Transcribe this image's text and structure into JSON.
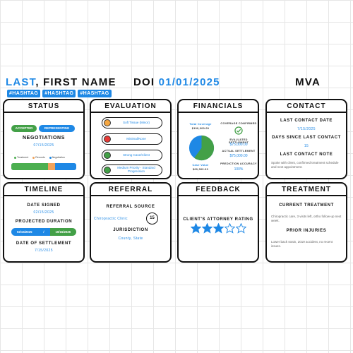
{
  "header": {
    "last": "LAST",
    "first": ", FIRST NAME",
    "doi_label": "DOI",
    "doi_date": "01/01/2025",
    "case_type": "MVA"
  },
  "tags": [
    "#HASHTAG",
    "#HASHTAG",
    "#HASHTAG"
  ],
  "status": {
    "title": "STATUS",
    "accepted": "ACCEPTED",
    "representing": "REPRESENTING",
    "stage": "NEGOTIATIONS",
    "date": "07/15/2025",
    "legend": [
      {
        "label": "Treatment",
        "color": "#4caf50"
      },
      {
        "label": "Records",
        "color": "#f0a35c"
      },
      {
        "label": "Negotiation",
        "color": "#1e88e5"
      }
    ],
    "progress": {
      "treatment": 0.57,
      "records": 0.1,
      "negotiation": 0.33
    }
  },
  "evaluation": {
    "title": "EVALUATION",
    "items": [
      {
        "label": "Soft Tissue (Minor)",
        "color": "#f5a742"
      },
      {
        "label": "Minimal/None",
        "color": "#e53935"
      },
      {
        "label": "Strong Case/Client",
        "color": "#43a047"
      },
      {
        "label": "Medium Priority - Standard Progression",
        "color": "#43a047"
      }
    ]
  },
  "financials": {
    "title": "FINANCIALS",
    "total_label": "Total Coverage",
    "total_value": "$100,000.00",
    "case_label": "Case Value",
    "case_value": "$60,000.00",
    "coverage_label": "COVERAGE CONFIRMED",
    "est_label": "EVALUATED SETTLEMENT",
    "est_value": "$75,000.00",
    "actual_label": "ACTUAL SETTLEMENT",
    "actual_value": "$75,000.00",
    "accuracy_label": "PREDICTION ACCURACY",
    "accuracy_value": "100%",
    "pie_share": 0.6
  },
  "contact": {
    "title": "CONTACT",
    "last_date_label": "LAST CONTACT DATE",
    "last_date": "7/15/2025",
    "days_label": "DAYS SINCE LAST CONTACT",
    "days": "15",
    "note_label": "LAST CONTACT NOTE",
    "note": "Spoke with client, confirmed treatment schedule and next appointment."
  },
  "timeline": {
    "title": "TIMELINE",
    "signed_label": "DATE SIGNED",
    "signed": "02/15/2025",
    "projected_label": "PROJECTED DURATION",
    "start": "02/15/2025",
    "sep": "/",
    "end": "10/15/2026",
    "settlement_label": "DATE OF SETTLEMENT",
    "settlement": "7/15/2025"
  },
  "referral": {
    "title": "REFERRAL",
    "source_label": "REFERRAL SOURCE",
    "source": "Chiropractic Clinic",
    "count": "15",
    "jurisdiction_label": "JURISDICTION",
    "jurisdiction": "County, State"
  },
  "feedback": {
    "title": "FEEDBACK",
    "rating_label": "CLIENT'S ATTORNEY RATING",
    "rating": 3,
    "max": 5
  },
  "treatment": {
    "title": "TREATMENT",
    "current_label": "CURRENT TREATMENT",
    "current": "Chiropractic care, 3 visits left, ortho follow-up next week.",
    "prior_label": "PRIOR INJURIES",
    "prior": "Lower back strain, 2019 accident, no recent issues."
  }
}
